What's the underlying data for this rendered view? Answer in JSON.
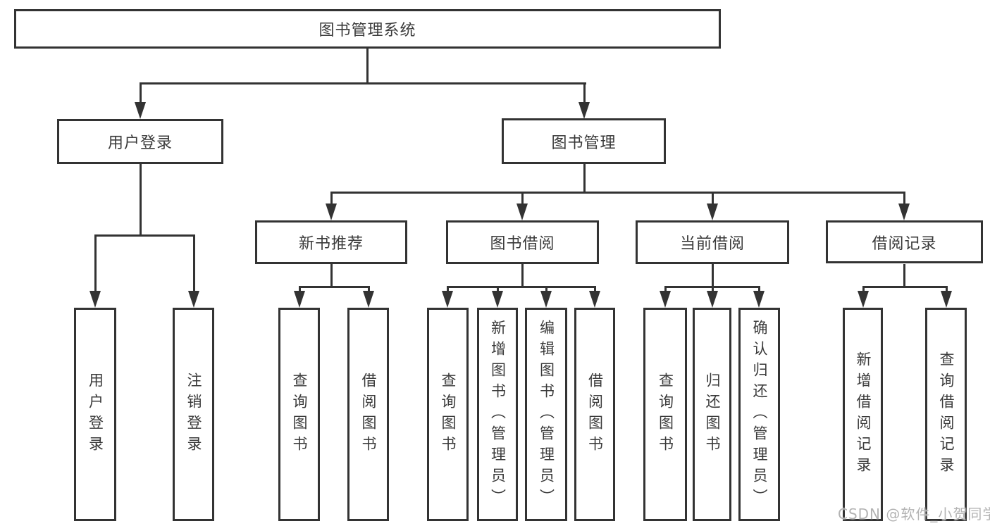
{
  "diagram": {
    "root": {
      "label": "图书管理系统"
    },
    "level2": {
      "user_login": {
        "label": "用户登录"
      },
      "book_mgmt": {
        "label": "图书管理"
      }
    },
    "level3": {
      "new_book_rec": {
        "label": "新书推荐"
      },
      "book_borrow": {
        "label": "图书借阅"
      },
      "current_borrow": {
        "label": "当前借阅"
      },
      "borrow_record": {
        "label": "借阅记录"
      }
    },
    "leaves": {
      "user_login": {
        "label": "用户登录"
      },
      "logout": {
        "label": "注销登录"
      },
      "rec_query_book": {
        "label": "查询图书"
      },
      "rec_borrow_book": {
        "label": "借阅图书"
      },
      "bb_query_book": {
        "label": "查询图书"
      },
      "bb_add_book": {
        "label": "新增图书（管理员）"
      },
      "bb_edit_book": {
        "label": "编辑图书（管理员）"
      },
      "bb_borrow_book": {
        "label": "借阅图书"
      },
      "cb_query_book": {
        "label": "查询图书"
      },
      "cb_return_book": {
        "label": "归还图书"
      },
      "cb_confirm_return": {
        "label": "确认归还（管理员）"
      },
      "br_add_record": {
        "label": "新增借阅记录"
      },
      "br_query_record": {
        "label": "查询借阅记录"
      }
    }
  },
  "watermark": {
    "text": "CSDN @软件_小贺同学"
  },
  "colors": {
    "line": "#333333",
    "text": "#3a3a3a",
    "watermark": "#b3b3b3",
    "background": "#ffffff"
  }
}
